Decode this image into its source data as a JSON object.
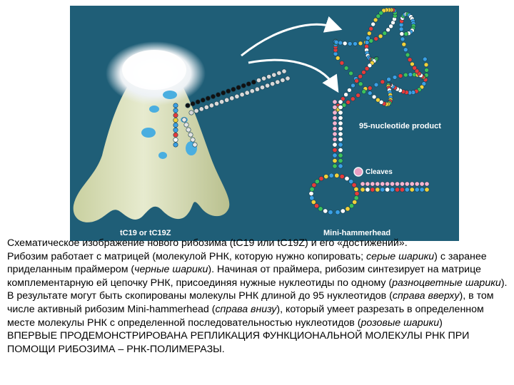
{
  "figure": {
    "colors": {
      "background": "#1f5e77",
      "ribozyme_body": "#dfe4c4",
      "ribozyme_shadow": "#b9c08e",
      "cloud": "#f4f6f8",
      "spots": "#49aee0",
      "arrow": "#ffffff",
      "label": "#ffffff"
    },
    "labels": {
      "left_bottom": "tC19 or tC19Z",
      "product": "95-nucleotide product",
      "cleaves": "Cleaves",
      "hammerhead": "Mini-hammerhead"
    }
  },
  "caption": {
    "p1_a": "Схематическое изображение нового рибозима (tC19 или tC19Z) и его «достижений».",
    "p1_b": "Рибозим работает с матрицей (молекулой РНК, которую нужно копировать; ",
    "p1_c": "серые шарики",
    "p1_d": ") с заранее приделанным праймером (",
    "p1_e": "черные шарики",
    "p1_f": "). Начиная от праймера, рибозим синтезирует на матрице комплементарную ей цепочку РНК, присоединяя нужные нуклеотиды по одному (",
    "p1_g": "разноцветные шарики",
    "p1_h": "). В результате могут быть скопированы молекулы РНК длиной до 95 нуклеотидов (",
    "p1_i": "справа вверху",
    "p1_j": "), в том числе активный рибозим Mini-hammerhead (",
    "p1_k": "справа внизу",
    "p1_l": "), который умеет разрезать в определенном месте молекулы РНК с определенной последовательностью нуклеотидов (",
    "p1_m": "розовые шарики",
    "p1_n": ")",
    "p2": "ВПЕРВЫЕ ПРОДЕМОНСТРИРОВАНА РЕПЛИКАЦИЯ ФУНКЦИОНАЛЬНОЙ МОЛЕКУЛЫ РНК ПРИ ПОМОЩИ РИБОЗИМА – РНК-ПОЛИМЕРАЗЫ."
  }
}
